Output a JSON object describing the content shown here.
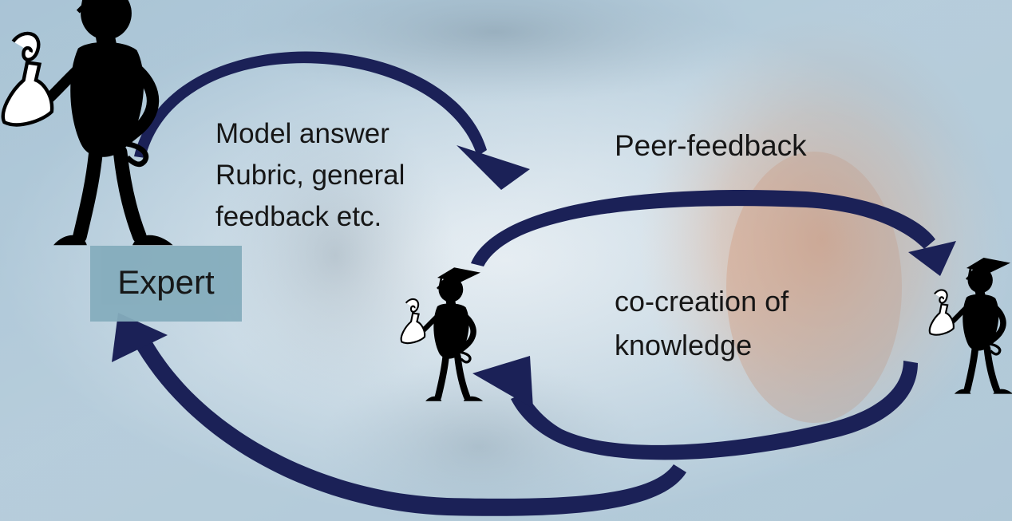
{
  "diagram": {
    "expert_label": "Expert",
    "model_answer_lines": [
      "Model answer",
      "Rubric, general",
      "feedback etc."
    ],
    "peer_feedback_label": "Peer-feedback",
    "cocreation_lines": [
      "co-creation of",
      "knowledge"
    ]
  },
  "colors": {
    "arrow": "#1b2157",
    "expert_box": "#85adbd",
    "figure": "#000000"
  },
  "icons": [
    "graduate-figure-icon"
  ]
}
